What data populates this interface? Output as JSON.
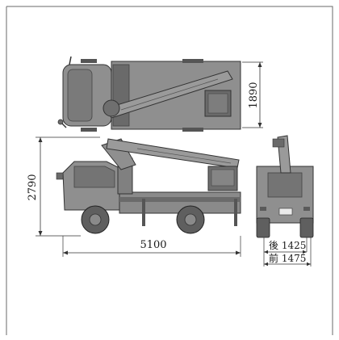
{
  "drawing": {
    "top_view": {
      "width_label": "1890"
    },
    "side_view": {
      "height_label": "2790",
      "length_label": "5100"
    },
    "rear_view": {
      "rear_track_label": "後 1425",
      "front_track_label": "前 1475"
    }
  },
  "colors": {
    "body": "#8f8f8f",
    "body_dark": "#5e5e5e",
    "line": "#333333",
    "frame_border": "#6a6a6a"
  }
}
